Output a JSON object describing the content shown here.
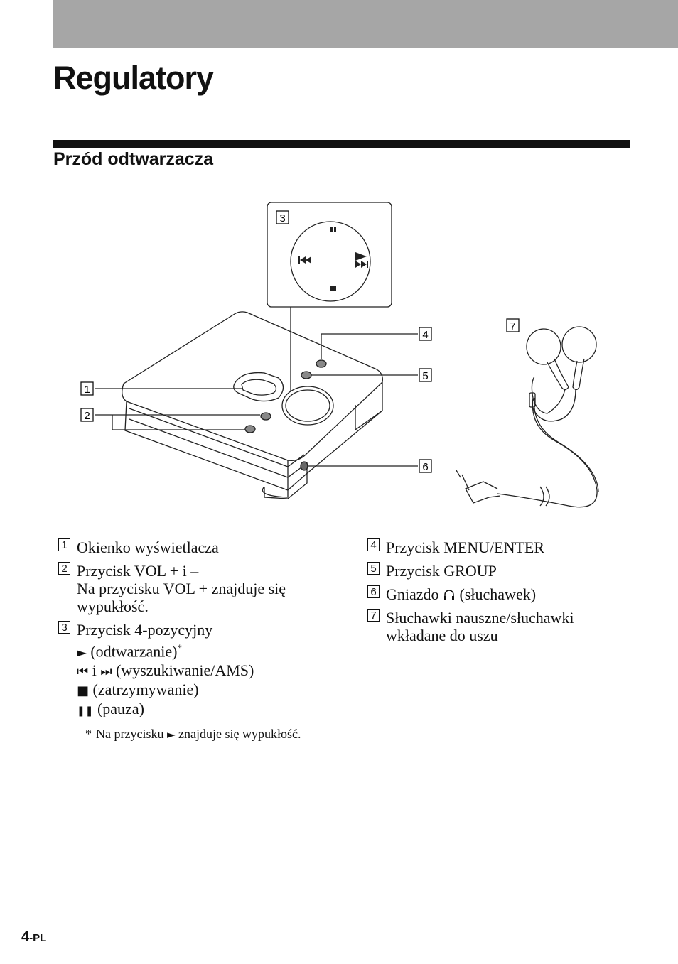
{
  "page": {
    "title": "Regulatory",
    "section_title": "Przód odtwarzacza",
    "page_number": "4",
    "page_suffix": "-PL"
  },
  "callouts": [
    "1",
    "2",
    "3",
    "4",
    "5",
    "6",
    "7"
  ],
  "items_left": [
    {
      "num": "1",
      "text": "Okienko wyświetlacza"
    },
    {
      "num": "2",
      "line1": "Przycisk VOL + i –",
      "line2": "Na przycisku VOL + znajduje się wypukłość."
    },
    {
      "num": "3",
      "line1": "Przycisk 4-pozycyjny",
      "play_symbol": "►",
      "play_text": "(odtwarzanie)",
      "play_mark": "*",
      "prev_symbol": "⏮",
      "and_text": "i",
      "next_symbol": "⏭",
      "search_text": "(wyszukiwanie/AMS)",
      "stop_symbol": "■",
      "stop_text": "(zatrzymywanie)",
      "pause_symbol": "❚❚",
      "pause_text": "(pauza)"
    }
  ],
  "footnote": {
    "mark": "*",
    "text_before": "Na przycisku",
    "symbol": "►",
    "text_after": "znajduje się wypukłość."
  },
  "items_right": [
    {
      "num": "4",
      "text": "Przycisk MENU/ENTER"
    },
    {
      "num": "5",
      "text": "Przycisk GROUP"
    },
    {
      "num": "6",
      "text_before": "Gniazdo",
      "icon": "headphones-icon",
      "text_after": "(słuchawek)"
    },
    {
      "num": "7",
      "text": "Słuchawki nauszne/słuchawki wkładane do uszu"
    }
  ]
}
